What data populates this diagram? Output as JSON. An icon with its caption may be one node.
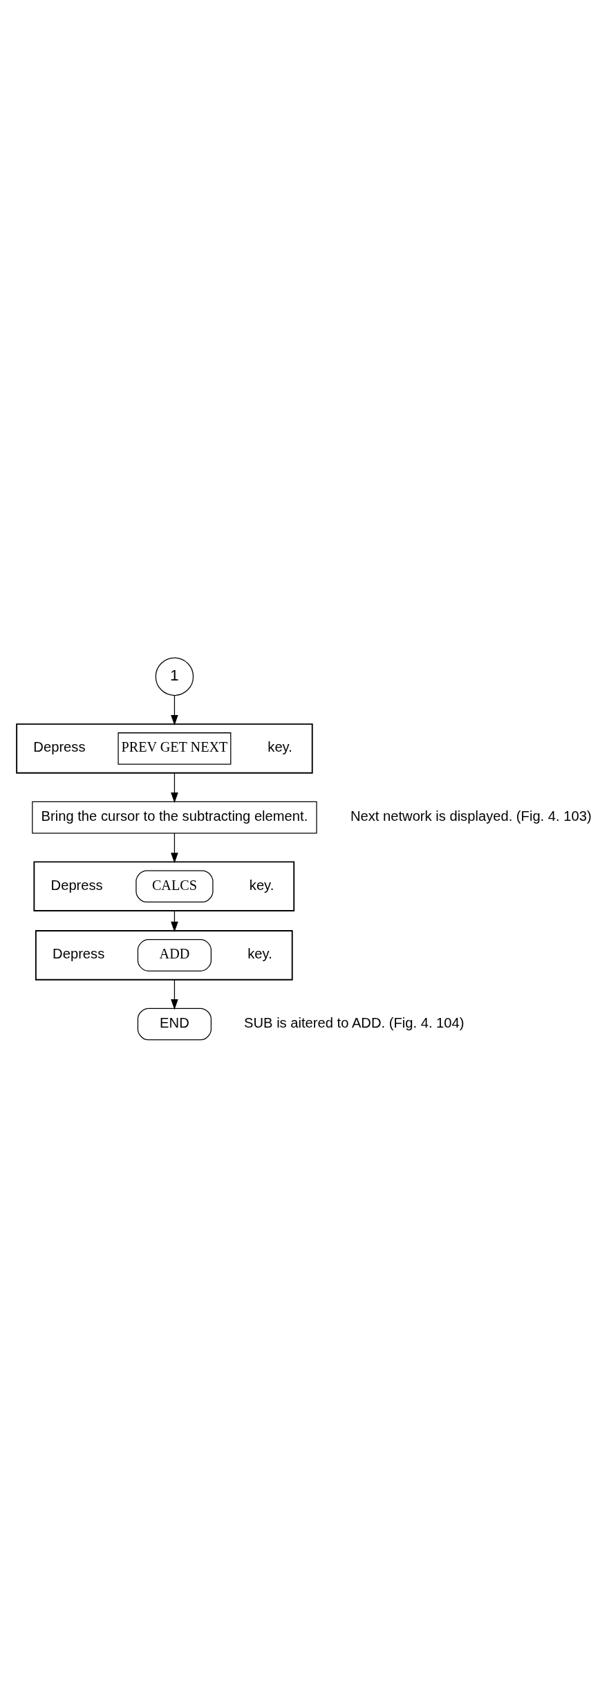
{
  "diagram": {
    "nodes": [
      {
        "text": [
          "1"
        ]
      },
      {
        "text": [
          "Depress",
          "key."
        ],
        "beside": [
          "Next network is displayed. (Fig. 4. 103)"
        ]
      },
      {
        "text": [
          "PREV GET NEXT"
        ],
        "in": 1
      },
      {
        "text": [
          "Bring the cursor to the subtracting element."
        ]
      },
      {
        "text": [
          "Depress",
          "key."
        ]
      },
      {
        "text": [
          "CALCS"
        ],
        "in": 4
      },
      {
        "text": [
          "Depress",
          "key."
        ],
        "beside": [
          "SUB is aitered to ADD. (Fig. 4. 104)"
        ]
      },
      {
        "text": [
          "ADD"
        ],
        "in": 6
      },
      {
        "text": [
          "END"
        ]
      }
    ],
    "edges": [
      {
        "from": 0,
        "to": 1,
        "arrow": "to"
      },
      {
        "from": 1,
        "to": 3,
        "arrow": "to"
      },
      {
        "from": 3,
        "to": 4,
        "arrow": "to"
      },
      {
        "from": 4,
        "to": 6,
        "arrow": "to"
      },
      {
        "from": 6,
        "to": 8,
        "arrow": "to"
      }
    ]
  }
}
